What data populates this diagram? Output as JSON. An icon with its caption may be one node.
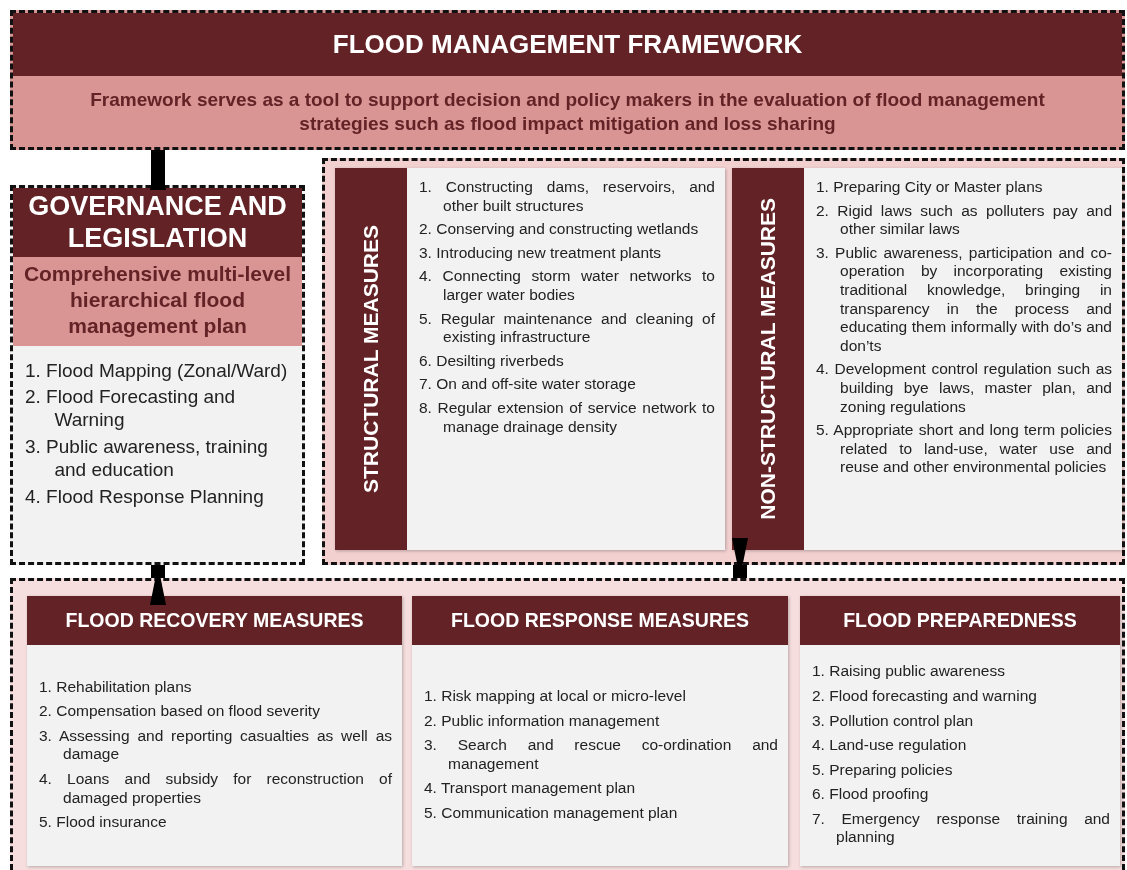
{
  "diagram": {
    "nodes": [
      {
        "text": [
          "FLOOD MANAGEMENT FRAMEWORK",
          "Framework serves as a tool  to support decision and policy makers in the evaluation of flood management strategies such as flood impact mitigation and loss sharing"
        ]
      },
      {
        "text": [
          "GOVERNANCE AND LEGISLATION",
          "Comprehensive multi-level hierarchical flood management plan",
          "1. Flood Mapping (Zonal/Ward)",
          "2. Flood Forecasting and Warning",
          "3. Public awareness, training and education",
          "4. Flood Response Planning"
        ]
      },
      {
        "text": [],
        "shape": "box"
      },
      {
        "text": [
          "STRUCTURAL MEASURES",
          "1. Constructing dams, reservoirs, and other built structures",
          "2. Conserving and constructing wetlands",
          "3. Introducing new treatment plants",
          "4. Connecting storm water networks to larger water bodies",
          "5. Regular maintenance and cleaning of existing infrastructure",
          "6. Desilting riverbeds",
          "7. On and off-site water storage",
          "8. Regular extension of service network to manage drainage density"
        ],
        "in": 2
      },
      {
        "text": [
          "NON-STRUCTURAL MEASURES",
          "1. Preparing City or Master plans",
          "2. Rigid laws such as polluters pay and other similar laws",
          "3. Public awareness, participation and co-operation by incorporating existing traditional knowledge, bringing in transparency in the process and educating them informally with do’s and don’ts",
          "4. Development control regulation such as building bye laws, master plan, and zoning regulations",
          "5. Appropriate short and long term policies related to land-use, water use and reuse and other environmental policies"
        ],
        "in": 2
      },
      {
        "text": [],
        "shape": "box"
      },
      {
        "text": [
          "FLOOD RECOVERY MEASURES",
          "1. Rehabilitation plans",
          "2. Compensation based on flood severity",
          "3. Assessing and reporting casualties as well as damage",
          "4. Loans and subsidy for reconstruction of damaged properties",
          "5. Flood insurance"
        ],
        "in": 5
      },
      {
        "text": [
          "FLOOD RESPONSE MEASURES",
          "1. Risk mapping at local or micro-level",
          "2. Public information management",
          "3. Search and rescue co-ordination and management",
          "4. Transport management plan",
          "5. Communication management plan"
        ],
        "in": 5
      },
      {
        "text": [
          "FLOOD PREPAREDNESS",
          "1. Raising public awareness",
          "2. Flood forecasting and warning",
          "3. Pollution control plan",
          "4. Land-use regulation",
          "5. Preparing policies",
          "6. Flood proofing",
          "7. Emergency response training and planning"
        ],
        "in": 5
      }
    ],
    "edges": [
      {
        "from": 1,
        "to": 0,
        "arrow": "to"
      },
      {
        "from": 5,
        "to": 1,
        "arrow": "to"
      },
      {
        "from": 2,
        "to": 5,
        "arrow": "to"
      }
    ]
  }
}
